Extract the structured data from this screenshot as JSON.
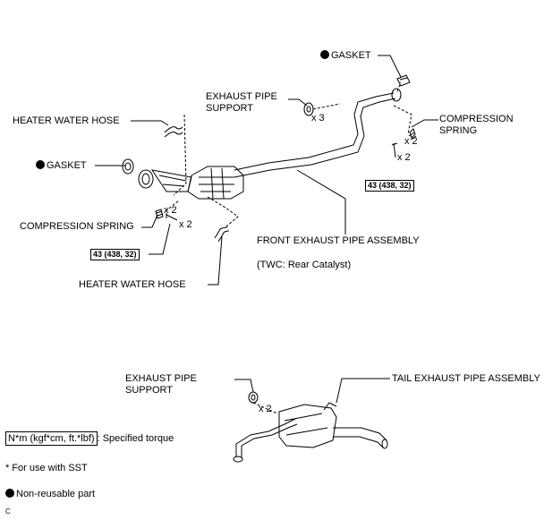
{
  "labels": {
    "gasket_top": "GASKET",
    "exhaust_pipe_support_top_1": "EXHAUST PIPE",
    "exhaust_pipe_support_top_2": "SUPPORT",
    "support_qty_top": "x 3",
    "heater_hose_top": "HEATER WATER HOSE",
    "compression_spring_right_1": "COMPRESSION",
    "compression_spring_right_2": "SPRING",
    "qty_right_a": "x 2",
    "qty_right_b": "x 2",
    "torque_right": "43 (438, 32)",
    "gasket_left": "GASKET",
    "qty_left_a": "x 2",
    "compression_spring_left": "COMPRESSION SPRING",
    "qty_left_b": "x 2",
    "torque_left": "43 (438, 32)",
    "front_pipe_assembly": "FRONT EXHAUST PIPE ASSEMBLY",
    "twc_note": "(TWC: Rear Catalyst)",
    "heater_hose_bottom": "HEATER WATER HOSE",
    "exhaust_pipe_support_bottom_1": "EXHAUST PIPE",
    "exhaust_pipe_support_bottom_2": "SUPPORT",
    "support_qty_bottom": "x 2",
    "tail_pipe_assembly": "TAIL EXHAUST PIPE ASSEMBLY"
  },
  "legend": {
    "torque_unit": "N*m (kgf*cm, ft.*lbf)",
    "torque_desc": ": Specified torque",
    "sst_note": "* For use with SST",
    "non_reusable": "Non-reusable part"
  },
  "corner_mark": "C"
}
